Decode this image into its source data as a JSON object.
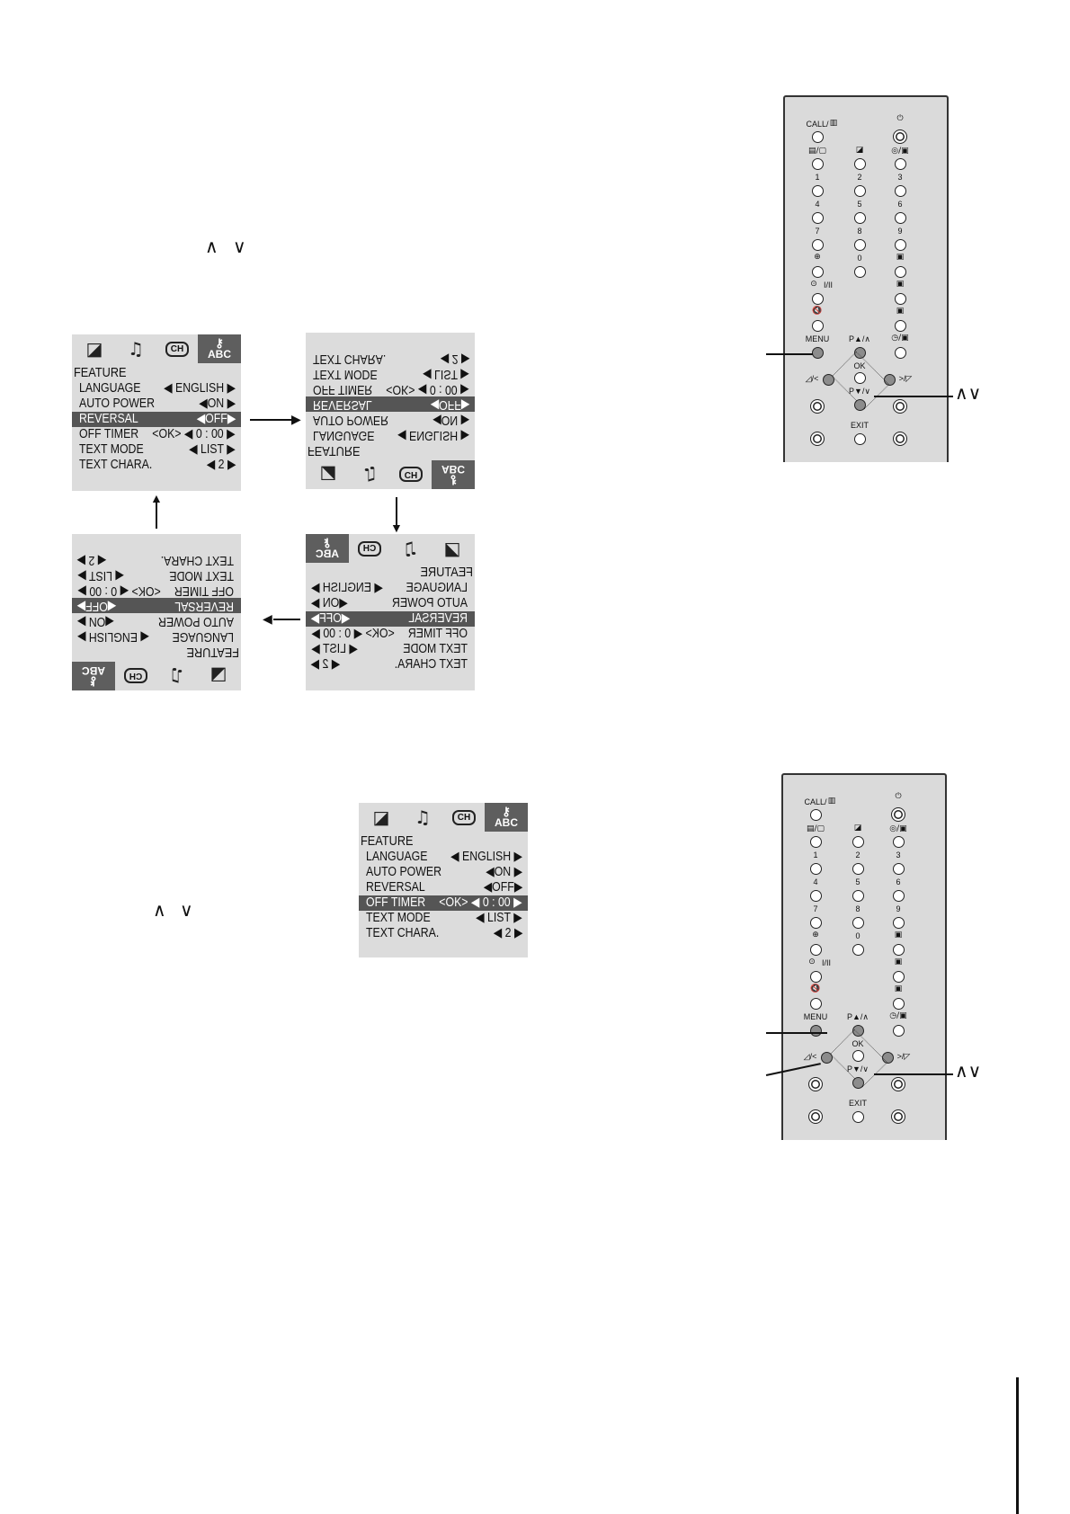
{
  "nav_arrows": {
    "up": "∧",
    "down": "∨"
  },
  "menu": {
    "tabs": {
      "picture": "picture-icon",
      "sound": "music-note-icon",
      "channel": "CH",
      "feature": "ABC"
    },
    "title": "FEATURE",
    "rows": [
      {
        "label": "LANGUAGE",
        "value": "◀ ENGLISH ▶"
      },
      {
        "label": "AUTO POWER",
        "value": "◀ON ▶"
      },
      {
        "label": "REVERSAL",
        "value": "◀OFF▶"
      },
      {
        "label": "OFF TIMER",
        "value": "<OK> ◀ 0 : 00 ▶"
      },
      {
        "label": "TEXT MODE",
        "value": "◀  LIST ▶"
      },
      {
        "label": "TEXT CHARA.",
        "value": "◀ 2 ▶"
      }
    ]
  },
  "remote": {
    "labels": {
      "call": "CALL/",
      "menu": "MENU",
      "p_up": "P▲/∧",
      "ok": "OK",
      "p_down": "P▼/∨",
      "vol_down": "◿/<",
      "vol_up": ">/◸",
      "exit": "EXIT",
      "dual": "I/II",
      "n1": "1",
      "n2": "2",
      "n3": "3",
      "n4": "4",
      "n5": "5",
      "n6": "6",
      "n7": "7",
      "n8": "8",
      "n9": "9",
      "n0": "0"
    }
  },
  "callout": "∧∨"
}
